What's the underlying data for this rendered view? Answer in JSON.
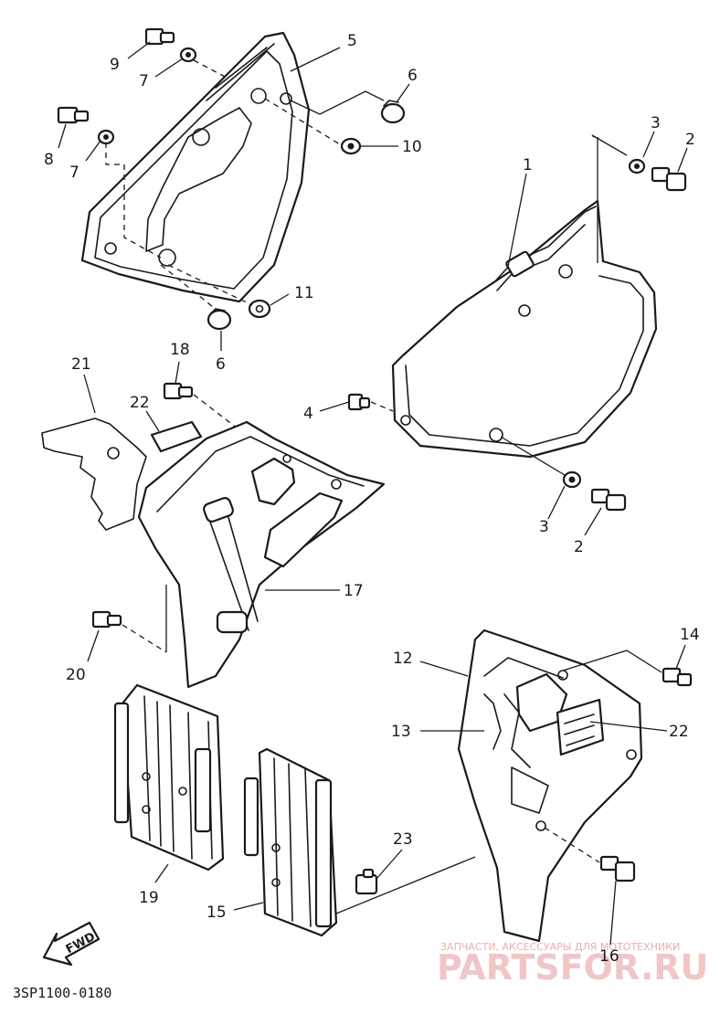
{
  "diagram_code": "3SP1100-0180",
  "direction_label": "FWD",
  "watermark": {
    "tagline": "ЗАПЧАСТИ, АКСЕССУАРЫ ДЛЯ МОТОТЕХНИКИ",
    "brand": "PARTSFOR.RU"
  },
  "callouts": [
    {
      "id": "c9",
      "text": "9"
    },
    {
      "id": "c7a",
      "text": "7"
    },
    {
      "id": "c5",
      "text": "5"
    },
    {
      "id": "c6a",
      "text": "6"
    },
    {
      "id": "c8",
      "text": "8"
    },
    {
      "id": "c7b",
      "text": "7"
    },
    {
      "id": "c10",
      "text": "10"
    },
    {
      "id": "c3a",
      "text": "3"
    },
    {
      "id": "c2a",
      "text": "2"
    },
    {
      "id": "c1",
      "text": "1"
    },
    {
      "id": "c11",
      "text": "11"
    },
    {
      "id": "c6b",
      "text": "6"
    },
    {
      "id": "c18",
      "text": "18"
    },
    {
      "id": "c21",
      "text": "21"
    },
    {
      "id": "c22a",
      "text": "22"
    },
    {
      "id": "c4",
      "text": "4"
    },
    {
      "id": "c3b",
      "text": "3"
    },
    {
      "id": "c2b",
      "text": "2"
    },
    {
      "id": "c17",
      "text": "17"
    },
    {
      "id": "c20",
      "text": "20"
    },
    {
      "id": "c14",
      "text": "14"
    },
    {
      "id": "c12",
      "text": "12"
    },
    {
      "id": "c13",
      "text": "13"
    },
    {
      "id": "c22b",
      "text": "22"
    },
    {
      "id": "c23",
      "text": "23"
    },
    {
      "id": "c19",
      "text": "19"
    },
    {
      "id": "c15",
      "text": "15"
    },
    {
      "id": "c16",
      "text": "16"
    }
  ]
}
